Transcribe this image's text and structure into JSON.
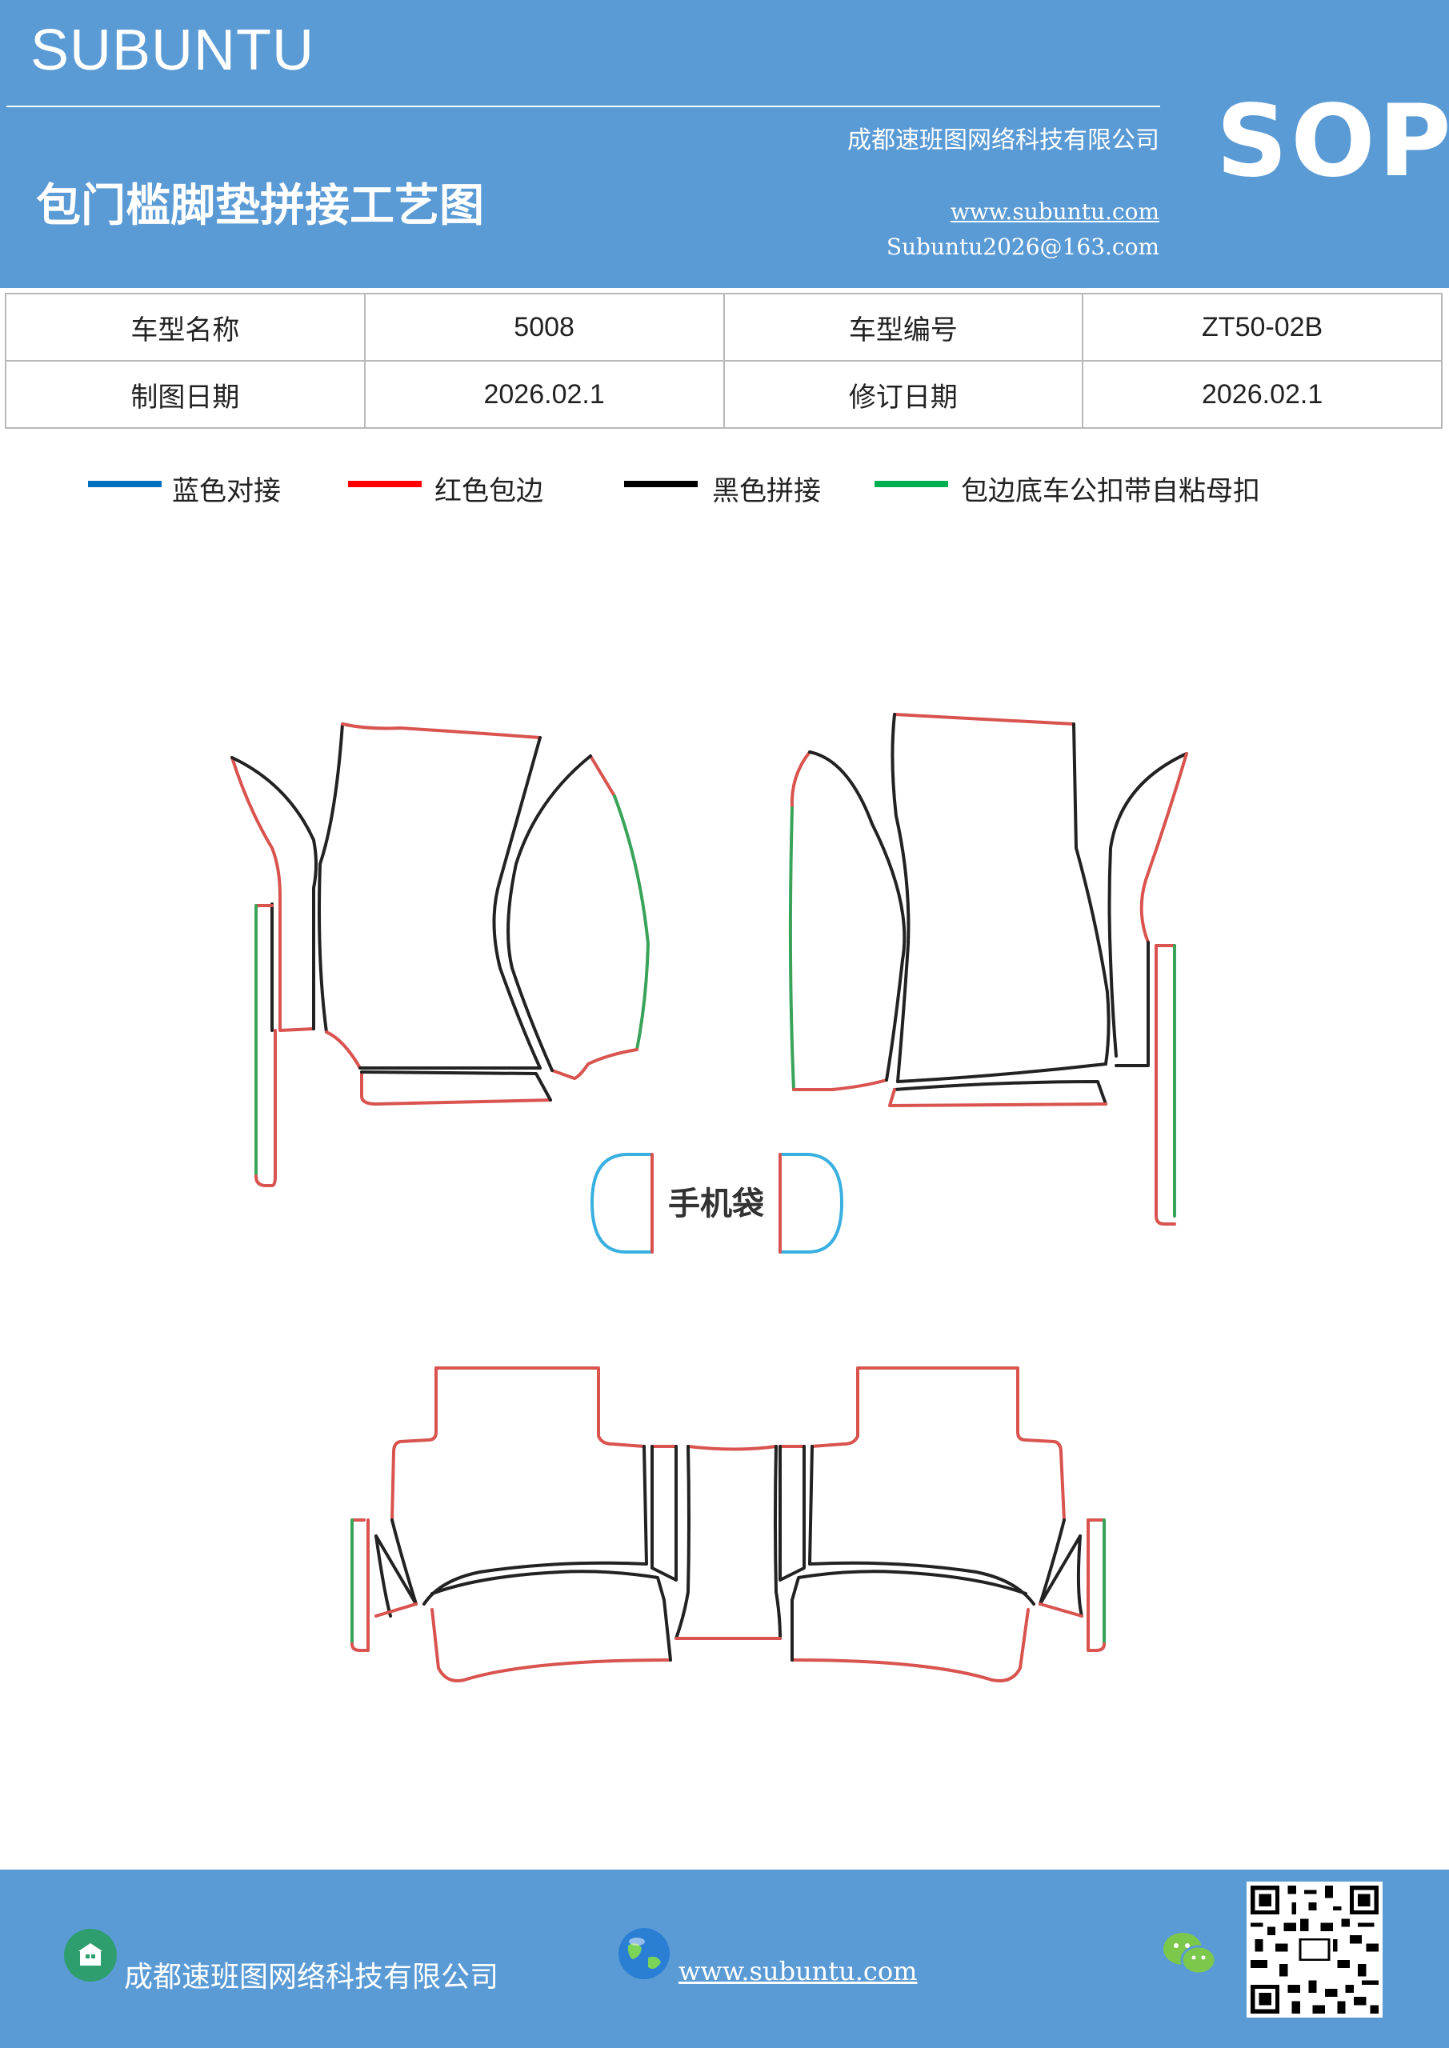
{
  "header": {
    "brand": "SUBUNTU",
    "company": "成都速班图网络科技有限公司",
    "title": "包门槛脚垫拼接工艺图",
    "website": "www.subuntu.com",
    "email": "Subuntu2026@163.com",
    "badge": "SOP",
    "background_color": "#5b9bd5"
  },
  "info_table": [
    [
      {
        "label": "车型名称"
      },
      {
        "value": "5008"
      },
      {
        "label": "车型编号"
      },
      {
        "value": "ZT50-02B"
      }
    ],
    [
      {
        "label": "制图日期"
      },
      {
        "value": "2026.02.1"
      },
      {
        "label": "修订日期"
      },
      {
        "value": "2026.02.1"
      }
    ]
  ],
  "legend": [
    {
      "label": "蓝色对接",
      "color": "#0070c0"
    },
    {
      "label": "红色包边",
      "color": "#ff0000"
    },
    {
      "label": "黑色拼接",
      "color": "#000000"
    },
    {
      "label": "包边底车公扣带自粘母扣",
      "color": "#00b050"
    }
  ],
  "diagram": {
    "phone_pocket_label": "手机袋",
    "line_colors": {
      "edge": "#d9534f",
      "seam": "#222222",
      "velcro": "#3aa35a",
      "butt": "#3ab0e0"
    }
  },
  "footer": {
    "company": "成都速班图网络科技有限公司",
    "website": "www.subuntu.com",
    "icons": [
      "building-icon",
      "globe-icon",
      "wechat-icon",
      "qr-code"
    ]
  }
}
